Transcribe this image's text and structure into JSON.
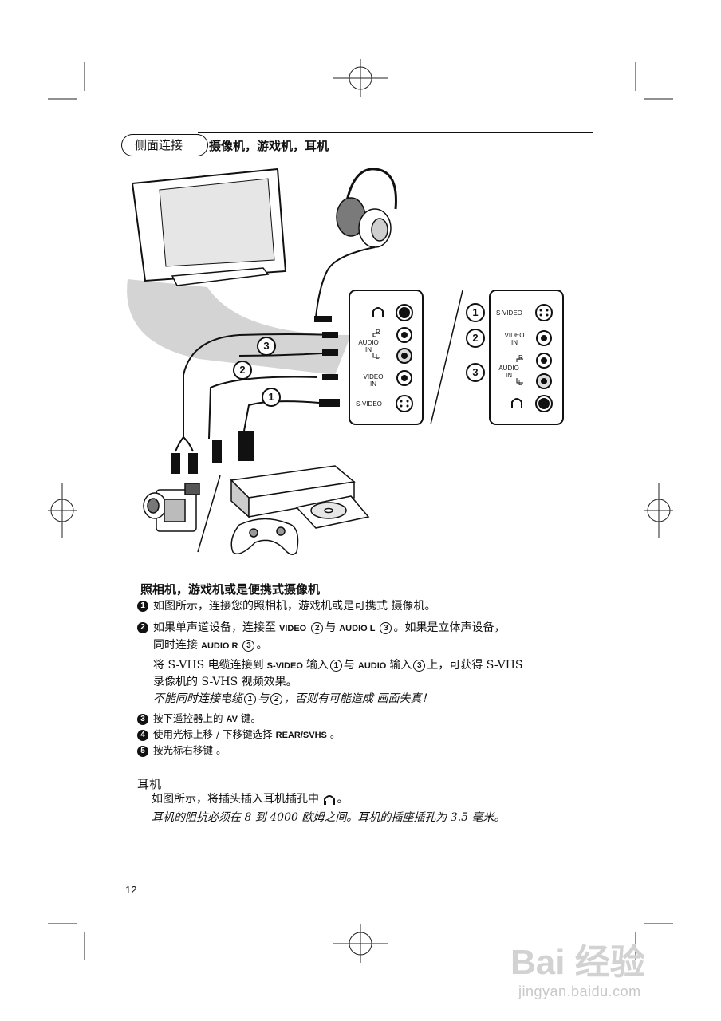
{
  "header": {
    "pill": "侧面连接",
    "subtitle": "摄像机，游戏机，耳机"
  },
  "panel_left": {
    "labels": {
      "audio_in": "AUDIO\nIN",
      "r": "R",
      "l": "L",
      "video_in": "VIDEO\nIN",
      "svideo": "S-VIDEO"
    },
    "cable_numbers": [
      "3",
      "2",
      "1"
    ]
  },
  "panel_right": {
    "labels": {
      "svideo": "S-VIDEO",
      "video_in": "VIDEO\nIN",
      "audio_in": "AUDIO\nIN",
      "r": "R",
      "l": "L"
    },
    "numbers": [
      "1",
      "2",
      "3"
    ]
  },
  "section1": {
    "title": "照相机，游戏机或是便携式摄像机",
    "step1": {
      "num": "1",
      "text": "如图所示，连接您的照相机，游戏机或是可携式 摄像机。"
    },
    "step2": {
      "num": "2",
      "a": "如果单声道设备，连接至",
      "video_key": "VIDEO",
      "n2": "2",
      "yu": "与",
      "audio_l_key": "AUDIO L",
      "n3": "3",
      "b": "。如果是立体声设备，",
      "c": "同时连接",
      "audio_r_key": "AUDIO R",
      "n3b": "3",
      "d": "。"
    },
    "svhs": {
      "a": "将 S-VHS 电缆连接到",
      "svideo_key": "S-VIDEO",
      "b": "输入",
      "n1": "1",
      "c": "与",
      "audio_key": "AUDIO",
      "d": "输入",
      "n3": "3",
      "e": "上，可获得 S-VHS",
      "f": "录像机的 S-VHS 视频效果。"
    },
    "warning": {
      "a": "不能同时连接电缆",
      "n1": "1",
      "b": "与",
      "n2": "2",
      "c": "，否则有可能造成 画面失真！"
    },
    "step3": {
      "num": "3",
      "a": "按下遥控器上的",
      "key": "AV",
      "b": "键。"
    },
    "step4": {
      "num": "4",
      "a": "使用光标上移 / 下移键选择",
      "key": "REAR/SVHS",
      "b": "。"
    },
    "step5": {
      "num": "5",
      "text": "按光标右移键 。"
    }
  },
  "section2": {
    "title": "耳机",
    "line1": "如图所示，将插头插入耳机插孔中",
    "line1_end": "。",
    "line2": "耳机的阻抗必须在 8  到 4000  欧姆之间。耳机的插座插孔为 3.5  毫米。"
  },
  "page_number": "12",
  "watermark": {
    "brand": "Bai 经验",
    "url": "jingyan.baidu.com"
  }
}
